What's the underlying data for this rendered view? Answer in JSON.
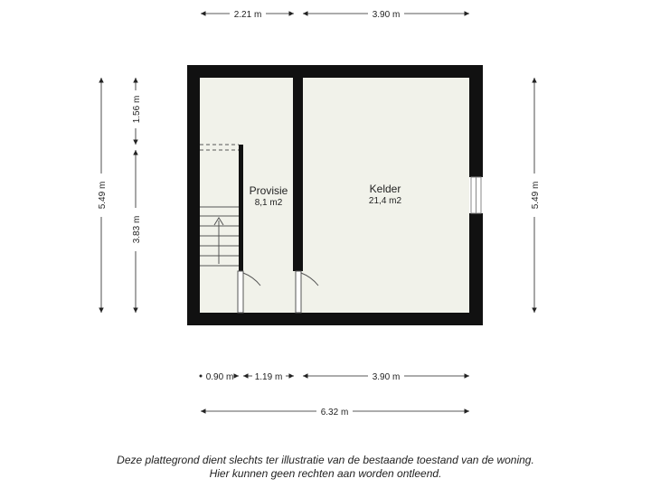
{
  "rooms": [
    {
      "name": "Provisie",
      "area": "8,1 m2"
    },
    {
      "name": "Kelder",
      "area": "21,4 m2"
    }
  ],
  "dimensions": {
    "top": [
      "2.21 m",
      "3.90 m"
    ],
    "bottom_segments": [
      "0.90 m",
      "1.19 m",
      "3.90 m"
    ],
    "bottom_total": "6.32 m",
    "left_outer": "5.49 m",
    "left_upper": "1.56 m",
    "left_lower": "3.83 m",
    "right": "5.49 m"
  },
  "disclaimer": [
    "Deze plattegrond dient slechts ter illustratie van de bestaande toestand van de woning.",
    "Hier kunnen geen rechten aan worden ontleend."
  ],
  "colors": {
    "floor": "#f1f2ea",
    "wall": "#111111",
    "dimension_line": "#222222"
  }
}
